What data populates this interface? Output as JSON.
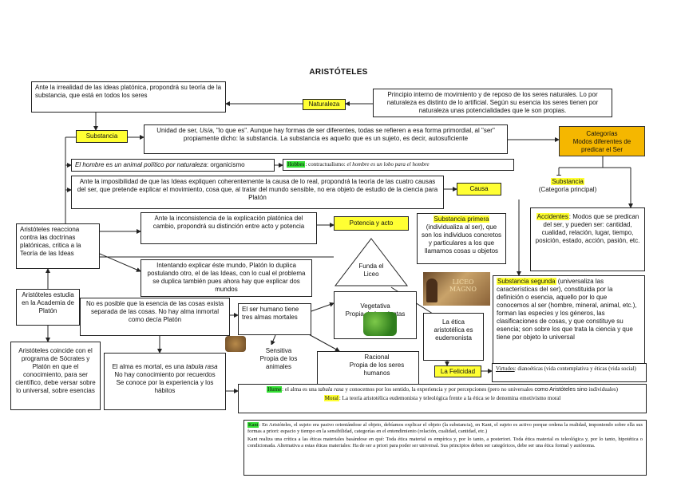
{
  "title": "ARISTÓTELES",
  "nodes": {
    "irrealidad": "Ante la irrealidad de las ideas platónica, propondrá su teoría de la substancia, que está en todos los seres",
    "naturaleza_label": "Naturaleza",
    "principio": "Principio interno de movimiento y de reposo de los seres naturales. Lo por naturaleza es distinto de lo artificial. Según su esencia los seres tienen por naturaleza unas potencialidades que le son propias.",
    "substancia_label": "Substancia",
    "unidad_pre": "Unidad de ser, ",
    "unidad_usia": "Usía",
    "unidad_post": ", \"lo que es\". Aunque hay formas de ser diferentes, todas se refieren a esa forma primordial, al \"ser\" propiamente dicho: la substancia. La substancia es aquello que es un sujeto, es decir, autosuficiente",
    "categorias": "Categorías\nModos diferentes de predicar el Ser",
    "hombre_italic": "El hombre es un animal político por naturaleza",
    "hombre_rest": ": organicismo",
    "hobbes_name": "Hobbes",
    "hobbes_rest": ": contractualismo: ",
    "hobbes_italic": "el hombre es un lobo para el hombre",
    "imposibilidad": "Ante la imposibilidad de que las Ideas expliquen coherentemente la causa de lo real, propondrá la teoría de las cuatro causas del ser, que pretende explicar el movimiento, cosa que, al tratar del mundo sensible, no era objeto de estudio de la ciencia para Platón",
    "causa_label": "Causa",
    "substancia_cat_title": "Substancia",
    "substancia_cat_sub": "(Categoría principal)",
    "reacciona": "Aristóteles reacciona contra las doctrinas platónicas, critica a la Teoría de las Ideas",
    "inconsistencia": "Ante la inconsistencia de la explicación platónica del cambio, propondrá su distinción entre acto y potencia",
    "potencia_label": "Potencia y acto",
    "sprimera_title": "Substancia primera",
    "sprimera_rest": " (individualiza al ser), que son los individuos concretos y particulares a los que llamamos cosas u objetos",
    "accidentes_title": "Accidentes",
    "accidentes_rest": ": Modos que se predican del ser, y pueden ser: cantidad, cualidad, relación, lugar, tiempo, posición, estado, acción, pasión, etc.",
    "funda": "Funda el Liceo",
    "liceo_image_text": "LICEO MAGNO",
    "duplica": "Intentando explicar éste mundo, Platón lo duplica postulando otro, el de las Ideas, con lo cual el problema se duplica también pues ahora hay que explicar dos mundos",
    "ssegunda_title": "Substancia segunda",
    "ssegunda_rest": " (universaliza las características del ser), constituida por la definición o esencia, aquello por lo que conocemos al ser (hombre, mineral, animal, etc.), forman las especies y los géneros, las clasificaciones de cosas, y que constituye su esencia; son sobre los que trata la ciencia y que tiene por objeto lo universal",
    "academia": "Aristóteles estudia en la Academia de Platón",
    "noesposible": "No es posible que la esencia de las cosas exista separada de las cosas. No hay alma inmortal como decía Platón",
    "tresalmas": "El ser humano tiene tres almas mortales",
    "vegetativa": "Vegetativa\nPropia de las plantas",
    "etica": "La ética aristotélica es eudemonista",
    "coincide": "Aristóteles coincide con el programa de Sócrates y Platón en que el conocimiento, para ser científico, debe versar sobre lo universal, sobre esencias",
    "sensitiva": "Sensitiva\nPropia de los animales",
    "racional": "Racional\nPropia de los seres humanos",
    "alma_pre": "El alma es mortal, es una ",
    "alma_italic": "tabula rasa",
    "alma_post": "\nNo hay conocimiento por recuerdos\nSe conoce por la experiencia y los hábitos",
    "felicidad_label": "La Felicidad",
    "virtudes_name": "Virtudes",
    "virtudes_rest": ": dianoéticas (vida contemplativa y éticas (vida social)",
    "hume_name": "Hume",
    "hume_pre": ": el alma es una ",
    "hume_italic": "tabula rasa",
    "hume_post": " y conocemos por los sentido, la experiencia y por percepciones (pero no universales ",
    "hume_sans": "como Aristóteles sino",
    "hume_end": " individuales)",
    "moral_name": "Moral",
    "moral_rest": ": La teoría aristotélica eudemonista y teleológica frente a la ética se le denomina emotivismo moral",
    "kant_name": "Kant",
    "kant_p1": ": En Aristóteles, el sujeto era pasivo orientándose al objeto, debíamos explicar el objeto (la substancia), en Kant, el sujeto es activo porque ordena la realidad, imponiendo sobre ella sus formas a priori: espacio y tiempo en la sensibilidad, categorías en el entendimiento (relación, cualidad, cantidad, etc.)",
    "kant_p2": "Kant realiza una crítica a las éticas materiales basándose en qué: Toda ética material es empírica y, por lo tanto, a posteriori. Toda ética material es teleológica y, por lo tanto, hipotética o condicionada. Alternativa a estas éticas materiales: Ha de ser a priori para poder ser universal. Sus principios deben ser categóricos, debe ser una ética formal y autónoma."
  },
  "colors": {
    "highlight_yellow": "#ffff33",
    "highlight_green": "#33dd33",
    "category_orange": "#f5b700"
  }
}
